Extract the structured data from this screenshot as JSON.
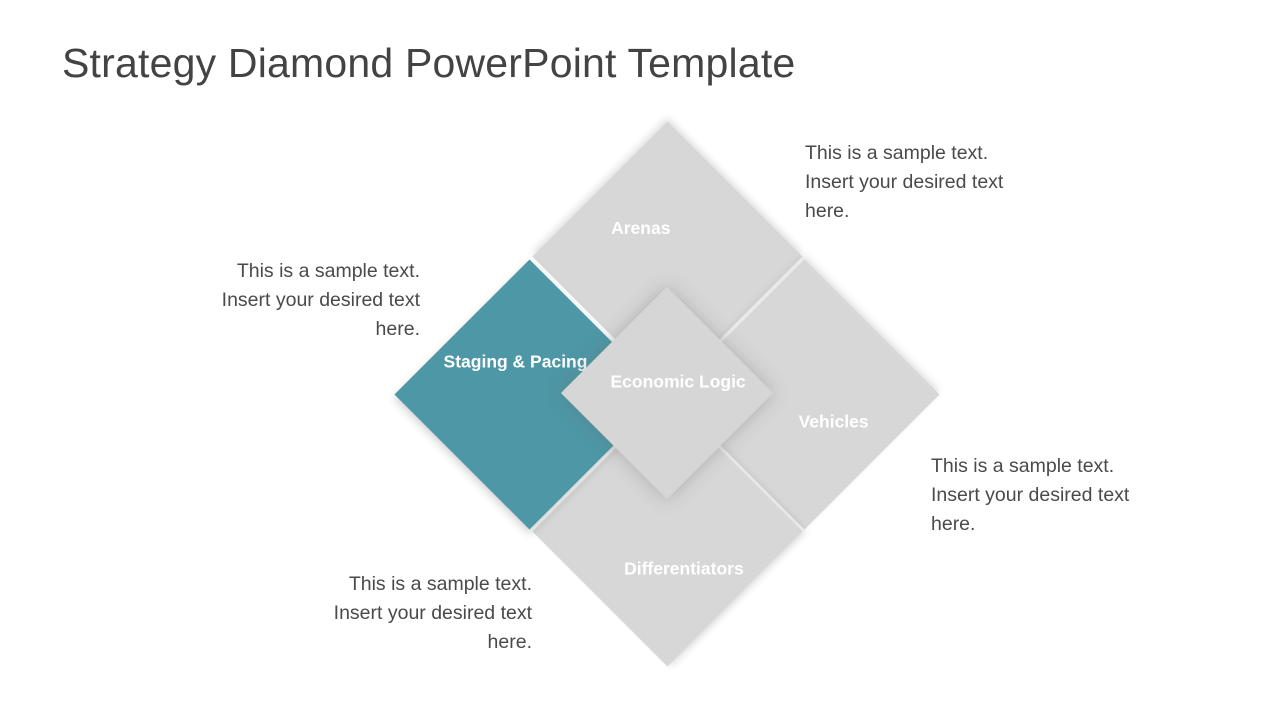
{
  "page_title": "Strategy Diamond PowerPoint Template",
  "colors": {
    "title_text": "#434343",
    "body_text": "#4a4a4a",
    "quadrant_gray": "#d7d7d7",
    "center_gray": "#d6d6d6",
    "accent_teal": "#4d97a6",
    "label_text": "#ffffff",
    "background": "#ffffff"
  },
  "diagram": {
    "center": {
      "label": "Economic Logic"
    },
    "quadrants": [
      {
        "key": "top",
        "label": "Arenas",
        "color": "#d7d7d7",
        "highlighted": false
      },
      {
        "key": "right",
        "label": "Vehicles",
        "color": "#d7d7d7",
        "highlighted": false
      },
      {
        "key": "bottom",
        "label": "Differentiators",
        "color": "#d7d7d7",
        "highlighted": false
      },
      {
        "key": "left",
        "label": "Staging & Pacing",
        "color": "#4d97a6",
        "highlighted": true
      }
    ]
  },
  "callouts": [
    {
      "key": "arenas",
      "text": "This is a sample text.\nInsert your desired text\nhere.",
      "align": "left"
    },
    {
      "key": "vehicles",
      "text": "This is a sample text.\nInsert your desired text\nhere.",
      "align": "left"
    },
    {
      "key": "staging",
      "text": "This is a sample text.\nInsert your desired text\nhere.",
      "align": "right"
    },
    {
      "key": "differentiators",
      "text": "This is a sample text.\nInsert your desired text\nhere.",
      "align": "right"
    }
  ]
}
